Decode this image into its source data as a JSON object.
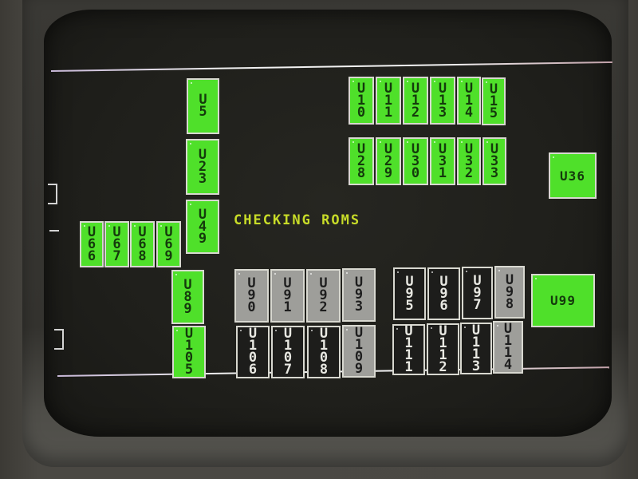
{
  "screen": {
    "status_text": "CHECKING ROMS",
    "colors": {
      "ok": "#4fe02a",
      "untested": "#9e9e9a",
      "testing": "#1d1d1b",
      "status_text": "#c8dc28"
    }
  },
  "chips": {
    "U5": {
      "label": "U\n5",
      "state": "ok"
    },
    "U23": {
      "label": "U\n2\n3",
      "state": "ok"
    },
    "U49": {
      "label": "U\n4\n9",
      "state": "ok"
    },
    "U66": {
      "label": "U\n6\n6",
      "state": "ok"
    },
    "U67": {
      "label": "U\n6\n7",
      "state": "ok"
    },
    "U68": {
      "label": "U\n6\n8",
      "state": "ok"
    },
    "U69": {
      "label": "U\n6\n9",
      "state": "ok"
    },
    "U89": {
      "label": "U\n8\n9",
      "state": "ok"
    },
    "U105": {
      "label": "U\n1\n0\n5",
      "state": "ok"
    },
    "U10": {
      "label": "U\n1\n0",
      "state": "ok"
    },
    "U11": {
      "label": "U\n1\n1",
      "state": "ok"
    },
    "U12": {
      "label": "U\n1\n2",
      "state": "ok"
    },
    "U13": {
      "label": "U\n1\n3",
      "state": "ok"
    },
    "U14": {
      "label": "U\n1\n4",
      "state": "ok"
    },
    "U15": {
      "label": "U\n1\n5",
      "state": "ok"
    },
    "U28": {
      "label": "U\n2\n8",
      "state": "ok"
    },
    "U29": {
      "label": "U\n2\n9",
      "state": "ok"
    },
    "U30": {
      "label": "U\n3\n0",
      "state": "ok"
    },
    "U31": {
      "label": "U\n3\n1",
      "state": "ok"
    },
    "U32": {
      "label": "U\n3\n2",
      "state": "ok"
    },
    "U33": {
      "label": "U\n3\n3",
      "state": "ok"
    },
    "U36": {
      "label": "U36",
      "state": "ok"
    },
    "U99": {
      "label": "U99",
      "state": "ok"
    },
    "U90": {
      "label": "U\n9\n0",
      "state": "untested"
    },
    "U91": {
      "label": "U\n9\n1",
      "state": "untested"
    },
    "U92": {
      "label": "U\n9\n2",
      "state": "untested"
    },
    "U93": {
      "label": "U\n9\n3",
      "state": "untested"
    },
    "U95": {
      "label": "U\n9\n5",
      "state": "testing"
    },
    "U96": {
      "label": "U\n9\n6",
      "state": "testing"
    },
    "U97": {
      "label": "U\n9\n7",
      "state": "testing"
    },
    "U98": {
      "label": "U\n9\n8",
      "state": "untested"
    },
    "U106": {
      "label": "U\n1\n0\n6",
      "state": "testing"
    },
    "U107": {
      "label": "U\n1\n0\n7",
      "state": "testing"
    },
    "U108": {
      "label": "U\n1\n0\n8",
      "state": "testing"
    },
    "U109": {
      "label": "U\n1\n0\n9",
      "state": "untested"
    },
    "U111": {
      "label": "U\n1\n1\n1",
      "state": "testing"
    },
    "U112": {
      "label": "U\n1\n1\n2",
      "state": "testing"
    },
    "U113": {
      "label": "U\n1\n1\n3",
      "state": "testing"
    },
    "U114": {
      "label": "U\n1\n1\n4",
      "state": "untested"
    }
  }
}
